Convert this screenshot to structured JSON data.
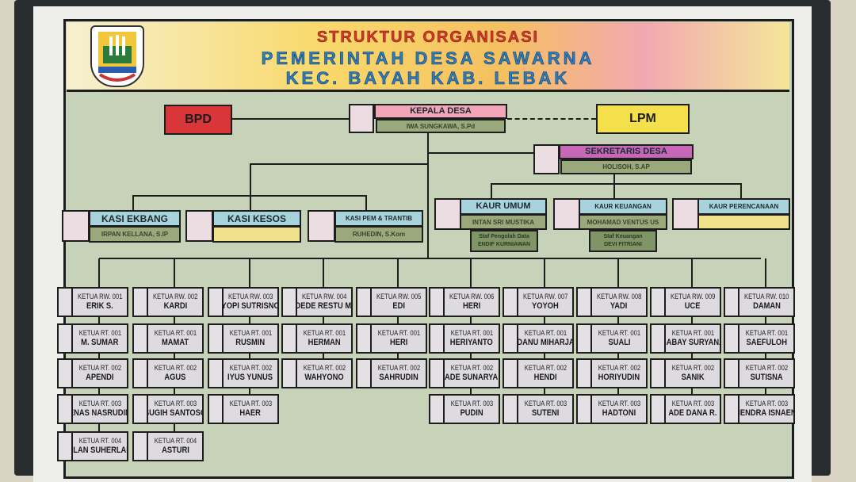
{
  "header": {
    "title": "STRUKTUR ORGANISASI",
    "subtitle1": "PEMERINTAH DESA SAWARNA",
    "subtitle2": "KEC. BAYAH KAB. LEBAK"
  },
  "bpd": "BPD",
  "lpm": "LPM",
  "kepala_desa": {
    "title": "KEPALA DESA",
    "name": "IWA SUNGKAWA, S.Pd"
  },
  "sekretaris": {
    "title": "SEKRETARIS DESA",
    "name": "HOLISOH, S.AP"
  },
  "kasi": [
    {
      "title": "KASI EKBANG",
      "name": "IRPAN KELLANA, S.IP"
    },
    {
      "title": "KASI KESOS",
      "name": ""
    },
    {
      "title": "KASI PEM & TRANTIB",
      "name": "RUHEDIN, S.Kom"
    }
  ],
  "kaur": [
    {
      "title": "KAUR UMUM",
      "name": "INTAN SRI MUSTIKA",
      "staff_role": "Staf Pengolah Data",
      "staff_name": "ENDIF KURNIAWAN"
    },
    {
      "title": "KAUR KEUANGAN",
      "name": "MOHAMAD VENTUS US",
      "staff_role": "Staf Keuangan",
      "staff_name": "DEVI FITRIANI"
    },
    {
      "title": "KAUR PERENCANAAN",
      "name": ""
    }
  ],
  "rw": [
    {
      "role": "KETUA RW. 001",
      "name": "ERIK S.",
      "rt": [
        {
          "role": "KETUA RT. 001",
          "name": "M. SUMAR"
        },
        {
          "role": "KETUA RT. 002",
          "name": "APENDI"
        },
        {
          "role": "KETUA RT. 003",
          "name": "ENAS NASRUDIN"
        },
        {
          "role": "KETUA RT. 004",
          "name": "ELAN SUHERLAN"
        }
      ]
    },
    {
      "role": "KETUA RW. 002",
      "name": "KARDI",
      "rt": [
        {
          "role": "KETUA RT. 001",
          "name": "MAMAT"
        },
        {
          "role": "KETUA RT. 002",
          "name": "AGUS"
        },
        {
          "role": "KETUA RT. 003",
          "name": "SUGIH SANTOSO"
        },
        {
          "role": "KETUA RT. 004",
          "name": "ASTURI"
        }
      ]
    },
    {
      "role": "KETUA RW. 003",
      "name": "YOPI SUTRISNO",
      "rt": [
        {
          "role": "KETUA RT. 001",
          "name": "RUSMIN"
        },
        {
          "role": "KETUA RT. 002",
          "name": "IYUS YUNUS"
        },
        {
          "role": "KETUA RT. 003",
          "name": "HAER"
        }
      ]
    },
    {
      "role": "KETUA RW. 004",
      "name": "DEDE RESTU M.",
      "rt": [
        {
          "role": "KETUA RT. 001",
          "name": "HERMAN"
        },
        {
          "role": "KETUA RT. 002",
          "name": "WAHYONO"
        }
      ]
    },
    {
      "role": "KETUA RW. 005",
      "name": "EDI",
      "rt": [
        {
          "role": "KETUA RT. 001",
          "name": "HERI"
        },
        {
          "role": "KETUA RT. 002",
          "name": "SAHRUDIN"
        }
      ]
    },
    {
      "role": "KETUA RW. 006",
      "name": "HERI",
      "rt": [
        {
          "role": "KETUA RT. 001",
          "name": "HERIYANTO"
        },
        {
          "role": "KETUA RT. 002",
          "name": "ADE SUNARYA"
        },
        {
          "role": "KETUA RT. 003",
          "name": "PUDIN"
        }
      ]
    },
    {
      "role": "KETUA RW. 007",
      "name": "YOYOH",
      "rt": [
        {
          "role": "KETUA RT. 001",
          "name": "DANU MIHARJA"
        },
        {
          "role": "KETUA RT. 002",
          "name": "HENDI"
        },
        {
          "role": "KETUA RT. 003",
          "name": "SUTENI"
        }
      ]
    },
    {
      "role": "KETUA RW. 008",
      "name": "YADI",
      "rt": [
        {
          "role": "KETUA RT. 001",
          "name": "SUALI"
        },
        {
          "role": "KETUA RT. 002",
          "name": "HORIYUDIN"
        },
        {
          "role": "KETUA RT. 003",
          "name": "HADTONI"
        }
      ]
    },
    {
      "role": "KETUA RW. 009",
      "name": "UCE",
      "rt": [
        {
          "role": "KETUA RT. 001",
          "name": "BABAY SURYANA"
        },
        {
          "role": "KETUA RT. 002",
          "name": "SANIK"
        },
        {
          "role": "KETUA RT. 003",
          "name": "ADE DANA R."
        }
      ]
    },
    {
      "role": "KETUA RW. 010",
      "name": "DAMAN",
      "rt": [
        {
          "role": "KETUA RT. 001",
          "name": "SAEFULOH"
        },
        {
          "role": "KETUA RT. 002",
          "name": "SUTISNA"
        },
        {
          "role": "KETUA RT. 003",
          "name": "HENDRA ISNAENI"
        }
      ]
    }
  ],
  "colors": {
    "board": "#c6d3b9",
    "bpd": "#d9363a",
    "lpm": "#f4e04a",
    "kepala": "#f3a6b8",
    "sekretaris": "#c667b8",
    "name_plate": "#9aa97c"
  }
}
